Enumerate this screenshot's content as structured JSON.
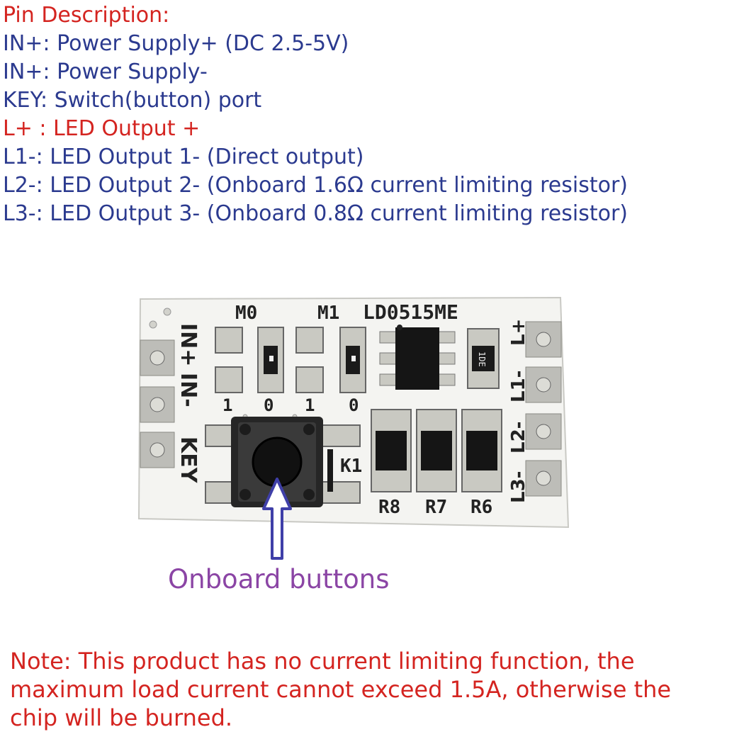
{
  "pin_description": {
    "title": "Pin Description:",
    "lines": [
      "IN+: Power Supply+ (DC 2.5-5V)",
      "IN+: Power Supply-",
      "KEY: Switch(button) port",
      "L+ : LED Output +",
      "L1-: LED Output 1- (Direct output)",
      "L2-: LED Output 2- (Onboard 1.6Ω current limiting resistor)",
      "L3-: LED Output 3- (Onboard 0.8Ω current limiting resistor)"
    ]
  },
  "board": {
    "chip_label": "LD0515ME",
    "mode_labels": [
      "M0",
      "M1"
    ],
    "mode_values": [
      "1",
      "0",
      "1",
      "0"
    ],
    "left_pins": [
      "IN+",
      "IN-",
      "KEY"
    ],
    "right_pins": [
      "L+",
      "L1-",
      "L2-",
      "L3-"
    ],
    "button_label": "K1",
    "resistor_labels": [
      "R8",
      "R7",
      "R6"
    ],
    "small_chip_marking": "1DE"
  },
  "caption": "Onboard buttons",
  "note": {
    "lines": [
      "Note: This product has no current limiting function, the",
      "maximum load current cannot exceed 1.5A, otherwise the",
      "chip will be burned."
    ]
  },
  "colors": {
    "red_text": "#d42420",
    "blue_text": "#2b3a8f",
    "caption": "#8b45a5",
    "arrow": "#3f3fa8",
    "pcb": "#f4f4f1",
    "silkscreen": "#222222"
  }
}
